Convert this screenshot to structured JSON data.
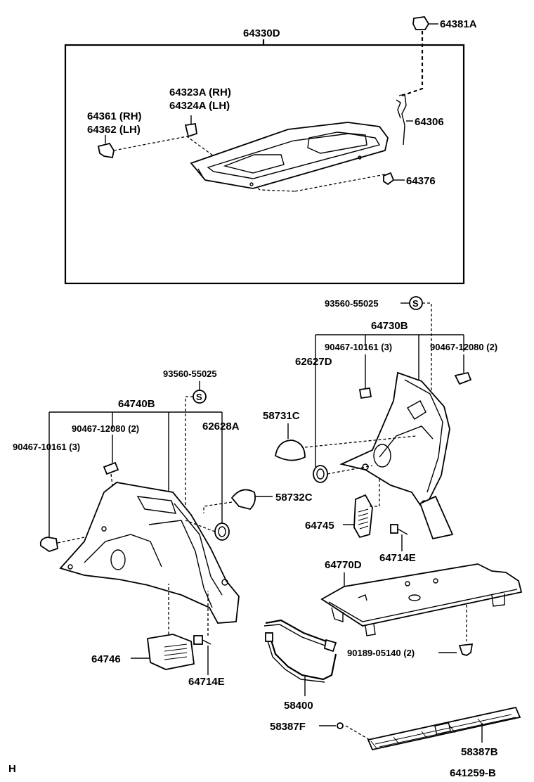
{
  "diagram": {
    "labels": {
      "shelf_assembly": "64330D",
      "hook_top": "64381A",
      "hinge_rh_lh": [
        "64323A (RH)",
        "64324A (LH)"
      ],
      "bracket_rh_lh": [
        "64361 (RH)",
        "64362 (LH)"
      ],
      "strap": "64306",
      "clip": "64376",
      "screw_right": "93560-55025",
      "right_trim_assembly": "64730B",
      "clip_right_1": "90467-10161 (3)",
      "clip_right_2": "90467-12080 (2)",
      "grommet_right": "62627D",
      "cap_right": "58731C",
      "screw_left": "93560-55025",
      "left_trim_assembly": "64740B",
      "clip_left_2": "90467-12080 (2)",
      "clip_left_1": "90467-10161 (3)",
      "grommet_left": "62628A",
      "cap_left": "58732C",
      "vent_right": "64745",
      "bolt_right": "64714E",
      "floor_board": "64770D",
      "vent_left": "64746",
      "bolt_left": "64714E",
      "fastener": "90189-05140 (2)",
      "strap_bottom": "58400",
      "clip_bottom": "58387F",
      "scuff_plate": "58387B",
      "corner_code": "H",
      "diagram_code": "641259-B"
    }
  }
}
